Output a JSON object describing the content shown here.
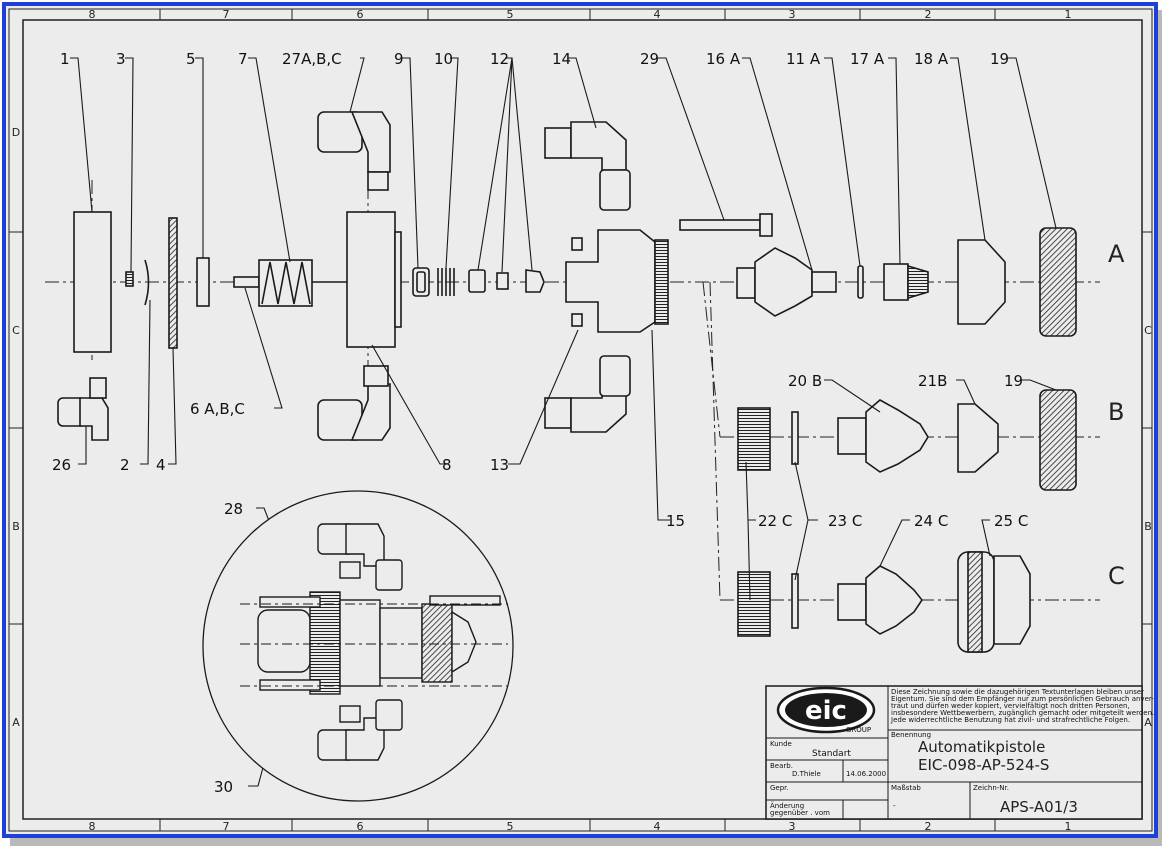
{
  "column_numbers": [
    "8",
    "7",
    "6",
    "5",
    "4",
    "3",
    "2",
    "1"
  ],
  "row_letters_left": [
    "D",
    "C",
    "B",
    "A"
  ],
  "row_letters_right": [
    "C",
    "B",
    "A"
  ],
  "variant_letters": [
    "A",
    "B",
    "C"
  ],
  "callouts": {
    "c1": "1",
    "c3": "3",
    "c5": "5",
    "c7": "7",
    "c27": "27A,B,C",
    "c9": "9",
    "c10": "10",
    "c12": "12",
    "c14": "14",
    "c29": "29",
    "c16": "16 A",
    "c11": "11 A",
    "c17": "17 A",
    "c18": "18 A",
    "c19a": "19",
    "c6": "6 A,B,C",
    "c26": "26",
    "c2": "2",
    "c4": "4",
    "c8": "8",
    "c13": "13",
    "c15": "15",
    "c20": "20 B",
    "c21": "21B",
    "c19b": "19",
    "c22": "22 C",
    "c23": "23 C",
    "c24": "24 C",
    "c25": "25 C",
    "c28": "28",
    "c30": "30"
  },
  "title_block": {
    "logo": "eic",
    "logo_sub": "GROUP",
    "notice": [
      "Diese Zeichnung sowie die dazugehörigen Textunterlagen bleiben unser",
      "Eigentum. Sie sind dem Empfänger nur zum persönlichen Gebrauch anver-",
      "traut und dürfen weder kopiert, vervielfältigt noch dritten Personen,",
      "insbesondere Wettbewerbern, zugänglich gemacht oder mitgeteilt werden.",
      "Jede widerrechtliche Benutzung hat zivil- und strafrechtliche Folgen."
    ],
    "benennung_label": "Benennung",
    "kunde_label": "Kunde",
    "kunde_value": "Standart",
    "bearb_label": "Bearb.",
    "bearb_name": "D.Thiele",
    "bearb_date": "14.06.2000",
    "gepr_label": "Gepr.",
    "aenderung_label1": "Änderung",
    "aenderung_label2": "gegenüber .  vom",
    "massstab_label": "Maßstab",
    "massstab_value": "-",
    "zeichnr_label": "Zeichn-Nr.",
    "title_line1": "Automatikpistole",
    "title_line2": "EIC-098-AP-524-S",
    "drawing_number": "APS-A01/3"
  },
  "colors": {
    "outer_frame": "#1f3fd8",
    "paper": "#ececec",
    "line": "#1a1a1a",
    "hatch": "#333333"
  }
}
